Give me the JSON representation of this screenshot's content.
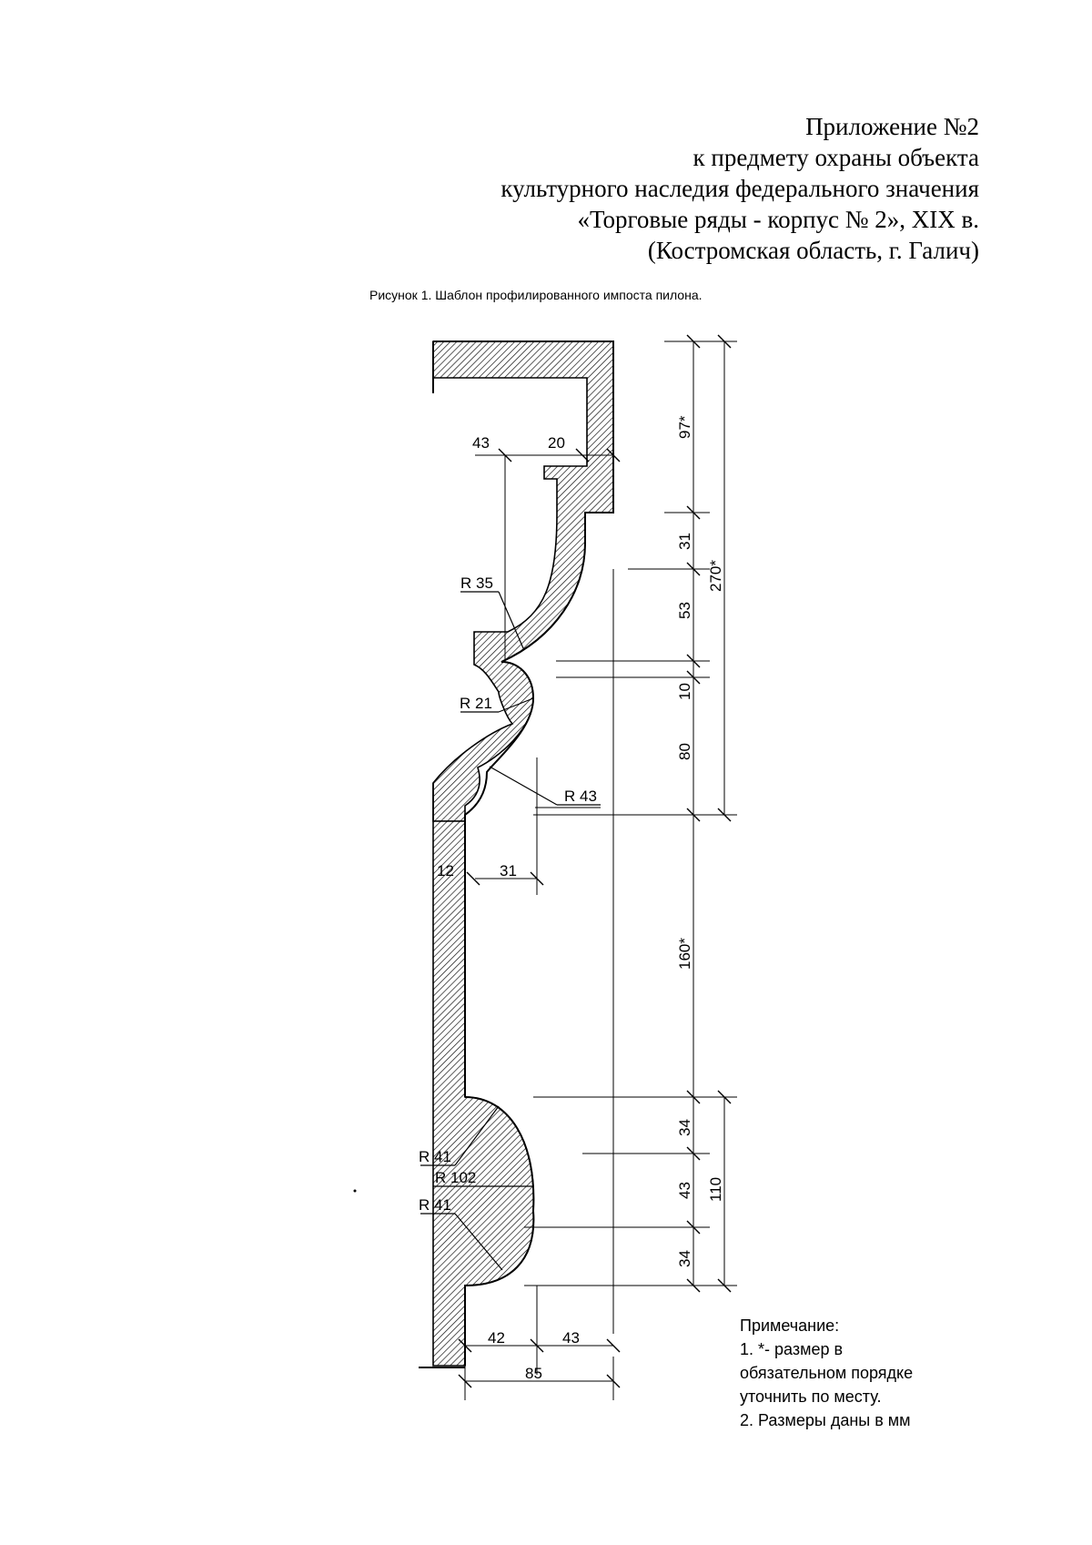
{
  "header": {
    "line1": "Приложение №2",
    "line2": "к предмету охраны объекта",
    "line3": "культурного наследия федерального значения",
    "line4": "«Торговые ряды - корпус № 2», XIX в.",
    "line5": "(Костромская область, г. Галич)"
  },
  "caption": "Рисунок 1. Шаблон профилированного импоста пилона.",
  "dimensions": {
    "top_43": "43",
    "top_20": "20",
    "r35": "R 35",
    "r21": "R 21",
    "r43": "R 43",
    "w12": "12",
    "w31": "31",
    "r41_top": "R 41",
    "r102": "R 102",
    "r41_bottom": "R 41",
    "bottom_42": "42",
    "bottom_43": "43",
    "bottom_85": "85",
    "v97": "97*",
    "v31": "31",
    "v270": "270*",
    "v53": "53",
    "v10": "10",
    "v80": "80",
    "v160": "160*",
    "v34_top": "34",
    "v43": "43",
    "v110": "110",
    "v34_bottom": "34"
  },
  "note": {
    "title": "Примечание:",
    "line1": "1. *- размер в",
    "line2": "обязательном порядке",
    "line3": "уточнить по месту.",
    "line4": "2. Размеры даны в мм"
  }
}
